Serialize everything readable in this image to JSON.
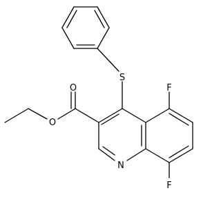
{
  "molecule": {
    "atom_labels": {
      "sulfur": "S",
      "fluorine_c5": "F",
      "fluorine_c8": "F",
      "nitrogen": "N",
      "carbonyl_oxygen": "O",
      "ester_oxygen": "O"
    },
    "colors": {
      "bond": "#000000",
      "label": "#000000",
      "background": "#ffffff"
    }
  }
}
